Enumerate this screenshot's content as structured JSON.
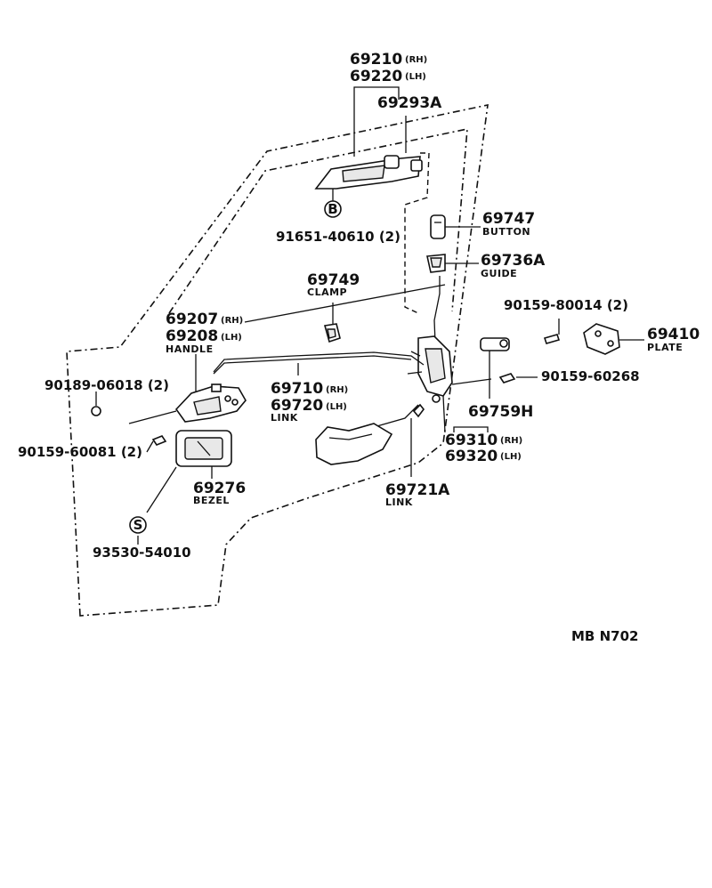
{
  "labels": {
    "p69210": "69210",
    "p69210_side": "(RH)",
    "p69220": "69220",
    "p69220_side": "(LH)",
    "p69293a": "69293A",
    "symbol_b": "B",
    "p91651": "91651-40610 (2)",
    "p69747": "69747",
    "p69747_desc": "BUTTON",
    "p69736a": "69736A",
    "p69736a_desc": "GUIDE",
    "p90159_80014": "90159-80014 (2)",
    "p69410": "69410",
    "p69410_desc": "PLATE",
    "p69749": "69749",
    "p69749_desc": "CLAMP",
    "p69207": "69207",
    "p69207_side": "(RH)",
    "p69208": "69208",
    "p69208_side": "(LH)",
    "p69208_desc": "HANDLE",
    "p90159_60268": "90159-60268",
    "p90189": "90189-06018 (2)",
    "p69710": "69710",
    "p69710_side": "(RH)",
    "p69720": "69720",
    "p69720_side": "(LH)",
    "p69720_desc": "LINK",
    "p69759h": "69759H",
    "p69310": "69310",
    "p69310_side": "(RH)",
    "p69320": "69320",
    "p69320_side": "(LH)",
    "p90159_60081": "90159-60081 (2)",
    "p69276": "69276",
    "p69276_desc": "BEZEL",
    "p69721a": "69721A",
    "p69721a_desc": "LINK",
    "symbol_s": "S",
    "p93530": "93530-54010",
    "diagram_code": "MB  N702"
  }
}
